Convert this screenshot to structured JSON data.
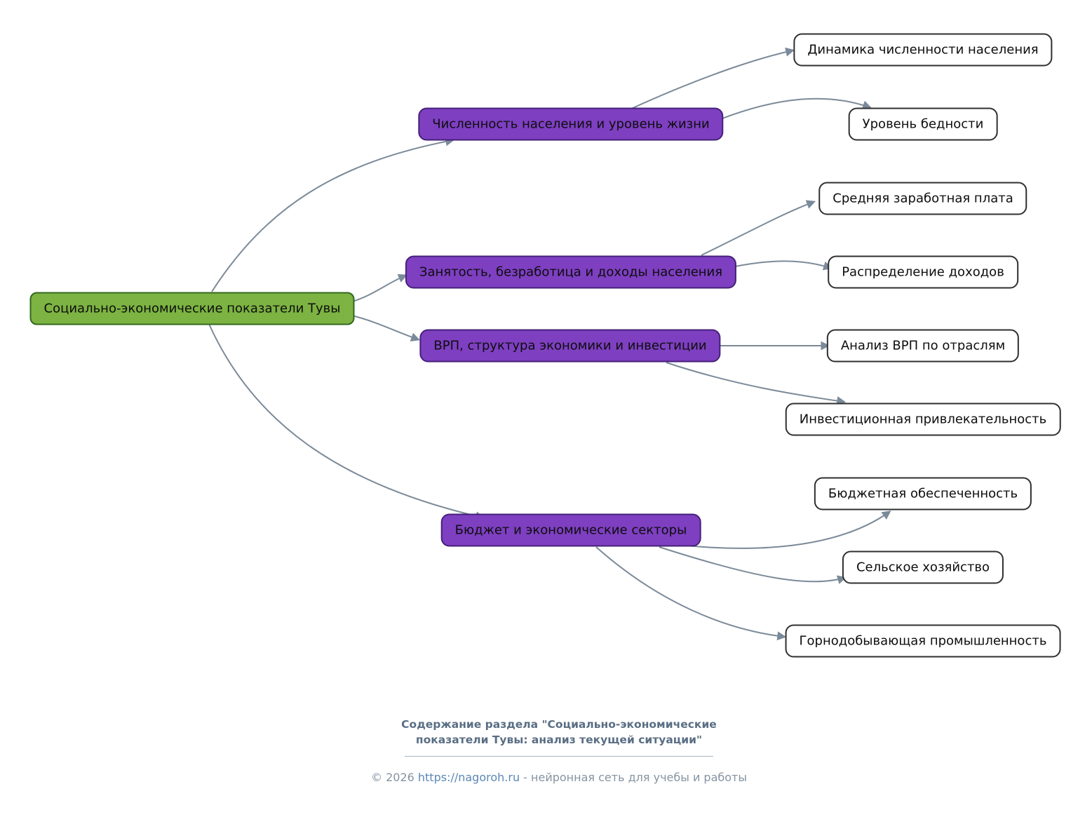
{
  "mindmap": {
    "root": {
      "label": "Социально-экономические показатели Тувы"
    },
    "branches": [
      {
        "label": "Численность населения и уровень жизни",
        "children": [
          {
            "label": "Динамика численности населения"
          },
          {
            "label": "Уровень бедности"
          }
        ]
      },
      {
        "label": "Занятость, безработица и доходы населения",
        "children": [
          {
            "label": "Средняя заработная плата"
          },
          {
            "label": "Распределение доходов"
          }
        ]
      },
      {
        "label": "ВРП, структура экономики и инвестиции",
        "children": [
          {
            "label": "Анализ ВРП по отраслям"
          },
          {
            "label": "Инвестиционная привлекательность"
          }
        ]
      },
      {
        "label": "Бюджет и экономические секторы",
        "children": [
          {
            "label": "Бюджетная обеспеченность"
          },
          {
            "label": "Сельское хозяйство"
          },
          {
            "label": "Горнодобывающая промышленность"
          }
        ]
      }
    ]
  },
  "footer": {
    "caption_line1": "Содержание раздела \"Социально-экономические",
    "caption_line2": "показатели Тувы: анализ текущей ситуации\"",
    "copyright_prefix": "© 2026 ",
    "link": "https://nagoroh.ru",
    "copyright_suffix": " - нейронная сеть для учебы и работы"
  },
  "colors": {
    "root_fill": "#7cb342",
    "root_border": "#33691e",
    "branch_fill": "#7e3fc1",
    "branch_border": "#45207a",
    "leaf_border": "#2f2f2f",
    "edge": "#7b8a99",
    "caption_text": "#5a6e84",
    "copyright_text": "#8594a2",
    "link_text": "#5b87b5"
  }
}
